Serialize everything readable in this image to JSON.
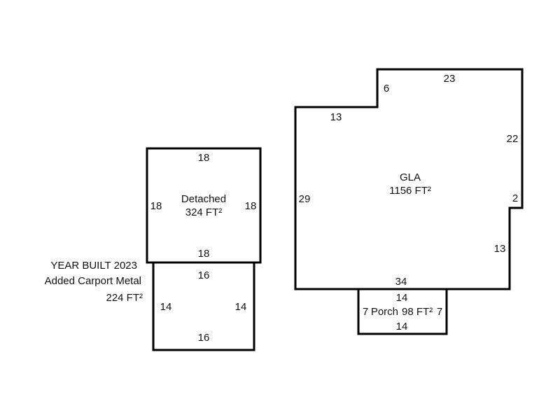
{
  "gla": {
    "name": "GLA",
    "area": "1156 FT²",
    "dims": {
      "top_left": "13",
      "step": "6",
      "top": "23",
      "right_upper": "22",
      "jog": "2",
      "right_lower": "13",
      "bottom": "34",
      "left": "29"
    }
  },
  "porch": {
    "name": "Porch",
    "area": "98 FT²",
    "dims": {
      "top": "14",
      "bottom": "14",
      "left": "7",
      "right": "7"
    }
  },
  "detached": {
    "name": "Detached",
    "area": "324 FT²",
    "dims": {
      "top": "18",
      "bottom": "18",
      "left": "18",
      "right": "18"
    }
  },
  "carport": {
    "note1": "YEAR BUILT 2023",
    "note2": "Added Carport Metal",
    "area": "224 FT²",
    "dims": {
      "top": "16",
      "bottom": "16",
      "left": "14",
      "right": "14"
    }
  }
}
